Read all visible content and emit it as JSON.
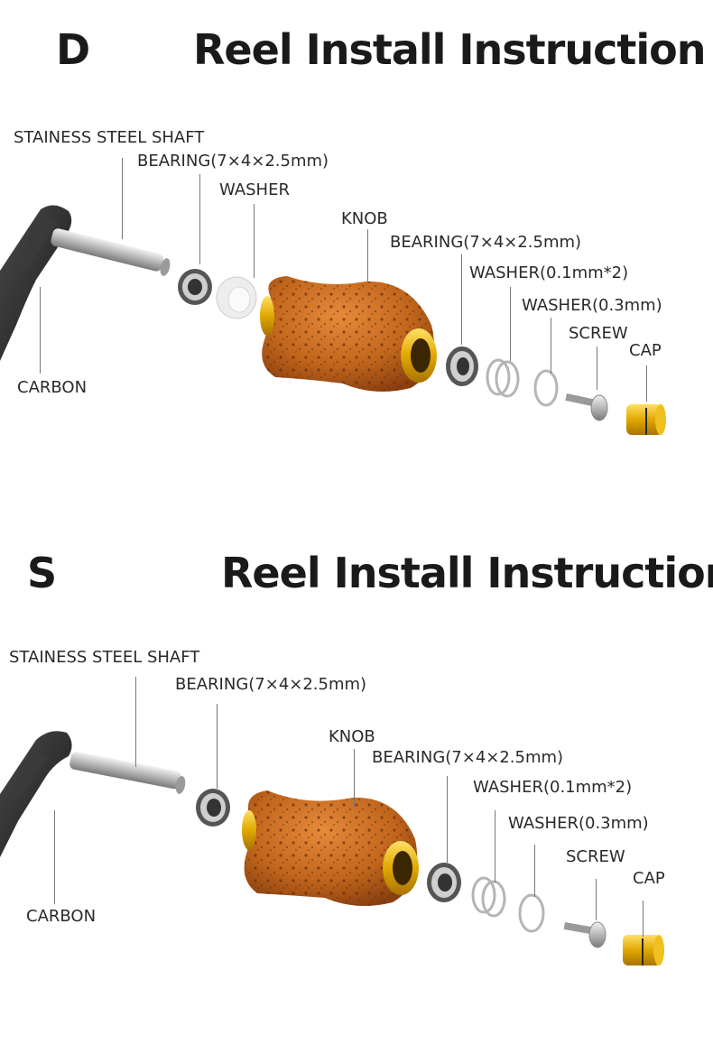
{
  "panels": [
    {
      "letter": "D",
      "title": "Reel Install Instruction",
      "labels": {
        "shaft": "STAINESS STEEL SHAFT",
        "bearing1": "BEARING(7×4×2.5mm)",
        "washer": "WASHER",
        "knob": "KNOB",
        "bearing2": "BEARING(7×4×2.5mm)",
        "washer01": "WASHER(0.1mm*2)",
        "washer03": "WASHER(0.3mm)",
        "screw": "SCREW",
        "cap": "CAP",
        "carbon": "CARBON"
      }
    },
    {
      "letter": "S",
      "title": "Reel Install Instruction",
      "labels": {
        "shaft": "STAINESS STEEL SHAFT",
        "bearing1": "BEARING(7×4×2.5mm)",
        "knob": "KNOB",
        "bearing2": "BEARING(7×4×2.5mm)",
        "washer01": "WASHER(0.1mm*2)",
        "washer03": "WASHER(0.3mm)",
        "screw": "SCREW",
        "cap": "CAP",
        "carbon": "CARBON"
      }
    }
  ],
  "colors": {
    "carbon": "#2b2b2b",
    "steel": "#c8c8c8",
    "knob": "#c0661c",
    "gold": "#e0a800",
    "leader": "#777777"
  }
}
